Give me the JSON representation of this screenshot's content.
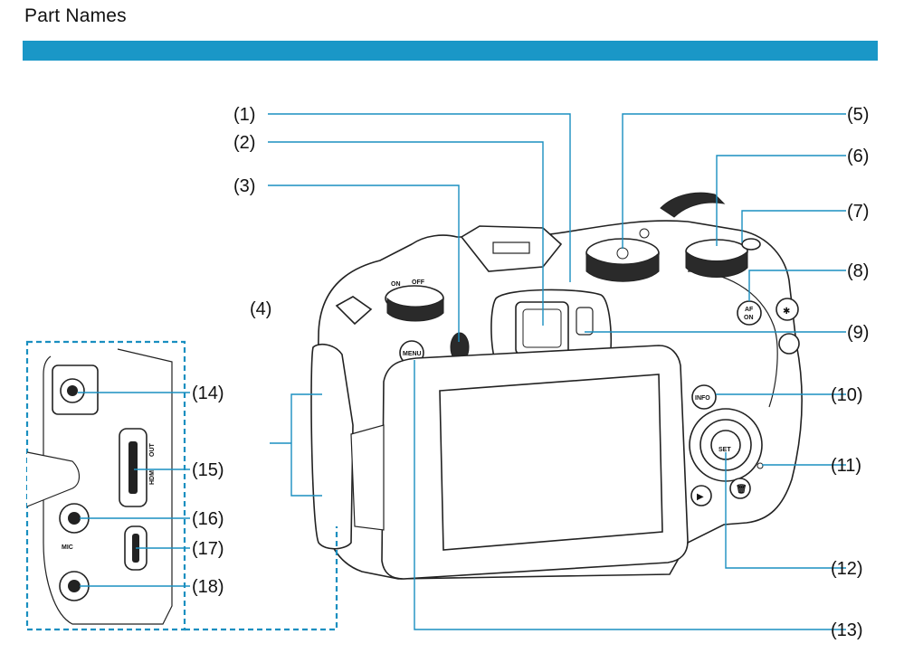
{
  "header": {
    "title": "Part Names",
    "bar_color": "#1a97c7"
  },
  "diagram": {
    "leader_color": "#1a8fc0",
    "callouts": [
      "(1)",
      "(2)",
      "(3)",
      "(4)",
      "(5)",
      "(6)",
      "(7)",
      "(8)",
      "(9)",
      "(10)",
      "(11)",
      "(12)",
      "(13)",
      "(14)",
      "(15)",
      "(16)",
      "(17)",
      "(18)"
    ],
    "camera_markings": {
      "menu": "MENU",
      "info": "INFO",
      "af_on_top": "AF",
      "af_on_bottom": "ON",
      "set": "SET",
      "on": "ON",
      "off": "OFF",
      "hdmi": "HDMI",
      "out": "OUT",
      "mic": "MIC"
    }
  }
}
